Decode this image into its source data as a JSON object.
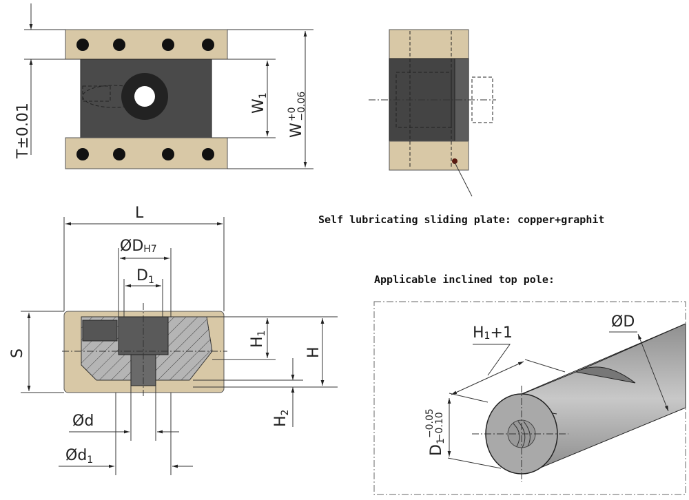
{
  "labels": {
    "T_tol": "T±0.01",
    "W1_main": "W",
    "W1_sub": "1",
    "W_main": "W",
    "W_sup": "+0",
    "W_subtol": "−0.06",
    "L": "L",
    "DH7_main": "ØD",
    "DH7_sub": "H7",
    "D1_main": "D",
    "D1_sub": "1",
    "S": "S",
    "H1_main": "H",
    "H1_sub": "1",
    "H": "H",
    "H2_main": "H",
    "H2_sub": "2",
    "d": "Ød",
    "d1_main": "Ød",
    "d1_sub": "1",
    "pole_H1_main": "H",
    "pole_H1_sub": "1",
    "pole_H1_rest": "+1",
    "pole_D": "ØD",
    "pole_D1_main": "D",
    "pole_D1_sub": "1",
    "pole_D1_tol_up": "−0.05",
    "pole_D1_tol_low": "−0.10"
  },
  "notes": {
    "material": "Self lubricating sliding plate: copper+graphit",
    "pole": "Applicable inclined top pole:"
  },
  "colors": {
    "plate": "#d8c8a6",
    "body": "#4a4a4a",
    "pole": "#a9a9a9"
  }
}
